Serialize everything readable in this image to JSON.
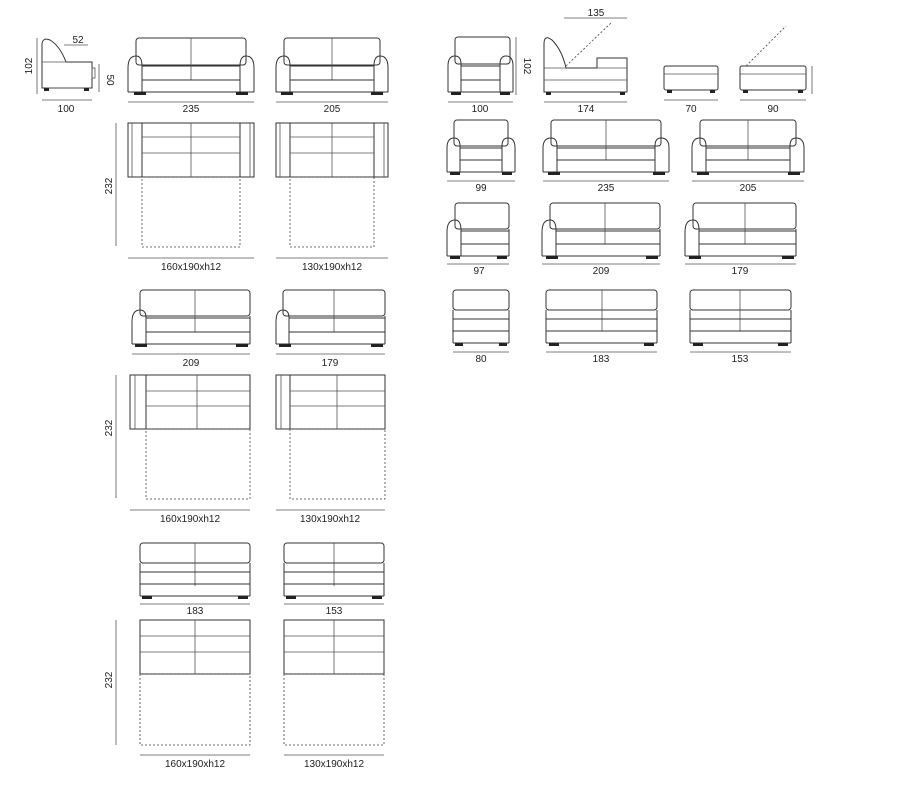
{
  "dimensions": {
    "armchair_side_height": "102",
    "armchair_side_arm_depth": "52",
    "armchair_side_seat_height": "50",
    "armchair_side_width": "100",
    "sofa_235": "235",
    "sofa_205": "205",
    "bed_depth_1": "232",
    "bed_label_large_1": "160x190xh12",
    "bed_label_small_1": "130x190xh12",
    "sofa_209": "209",
    "sofa_179": "179",
    "bed_depth_2": "232",
    "bed_label_large_2": "160x190xh12",
    "bed_label_small_2": "130x190xh12",
    "sofa_183": "183",
    "sofa_153": "153",
    "bed_depth_3": "232",
    "bed_label_large_3": "160x190xh12",
    "bed_label_small_3": "130x190xh12",
    "right_armchair_width": "100",
    "right_armchair_height": "102",
    "chaise_top": "135",
    "chaise_width": "174",
    "ottoman_small": "70",
    "ottoman_storage": "90",
    "armchair_99": "99",
    "sofa_235_r": "235",
    "sofa_205_r": "205",
    "unit_97": "97",
    "sofa_209_r": "209",
    "sofa_179_r": "179",
    "unit_80": "80",
    "sofa_183_r": "183",
    "sofa_153_r": "153"
  }
}
